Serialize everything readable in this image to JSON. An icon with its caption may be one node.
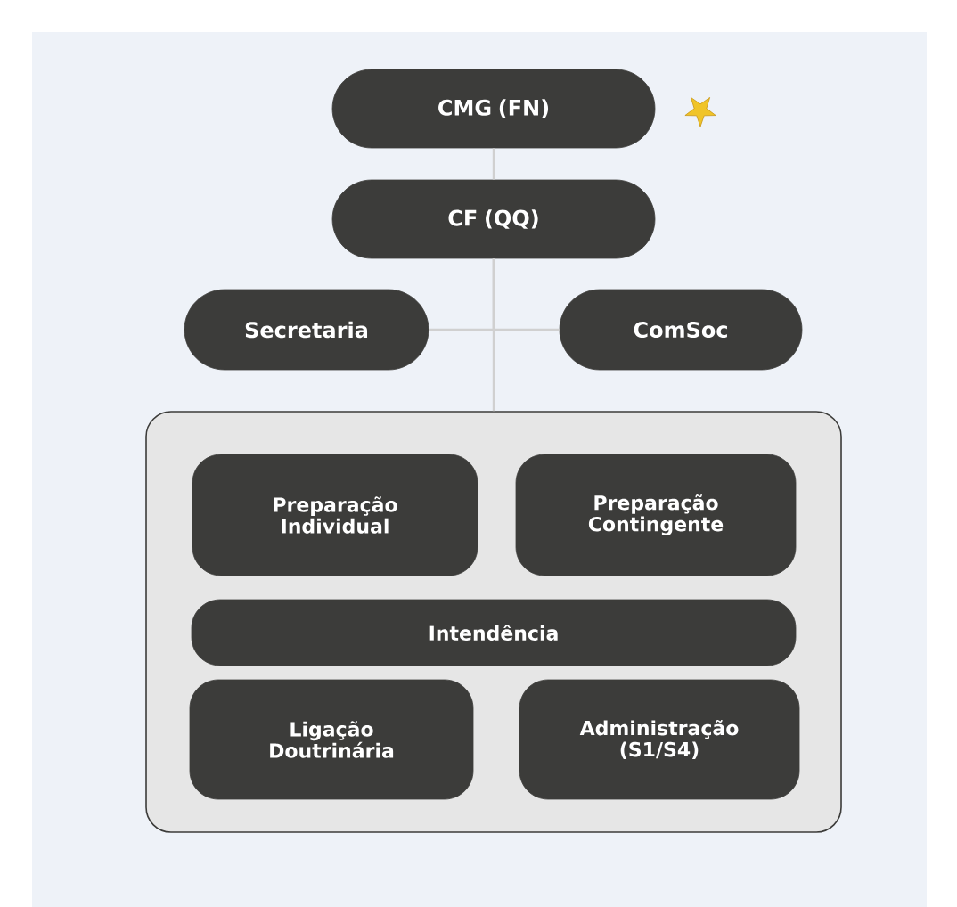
{
  "diagram": {
    "nodes": [
      {
        "text": [
          "CMG (FN)"
        ]
      },
      {
        "text": [
          "CF (QQ)"
        ]
      },
      {
        "text": [
          "Secretaria"
        ]
      },
      {
        "text": [
          "ComSoc"
        ]
      },
      {
        "text": [],
        "shape": "box"
      },
      {
        "text": [
          "Preparação Individual"
        ],
        "in": 4
      },
      {
        "text": [
          "Preparação Contingente"
        ],
        "in": 4
      },
      {
        "text": [
          "Intendência"
        ],
        "in": 4
      },
      {
        "text": [
          "Ligação Doutrinária"
        ],
        "in": 4
      },
      {
        "text": [
          "Administração (S1/S4)"
        ],
        "in": 4
      }
    ],
    "edges": [
      {
        "from": 0,
        "to": 1,
        "arrow": "none"
      },
      {
        "from": 1,
        "to": 2,
        "arrow": "none"
      },
      {
        "from": 1,
        "to": 3,
        "arrow": "none"
      },
      {
        "from": 1,
        "to": 4,
        "arrow": "none"
      }
    ]
  }
}
